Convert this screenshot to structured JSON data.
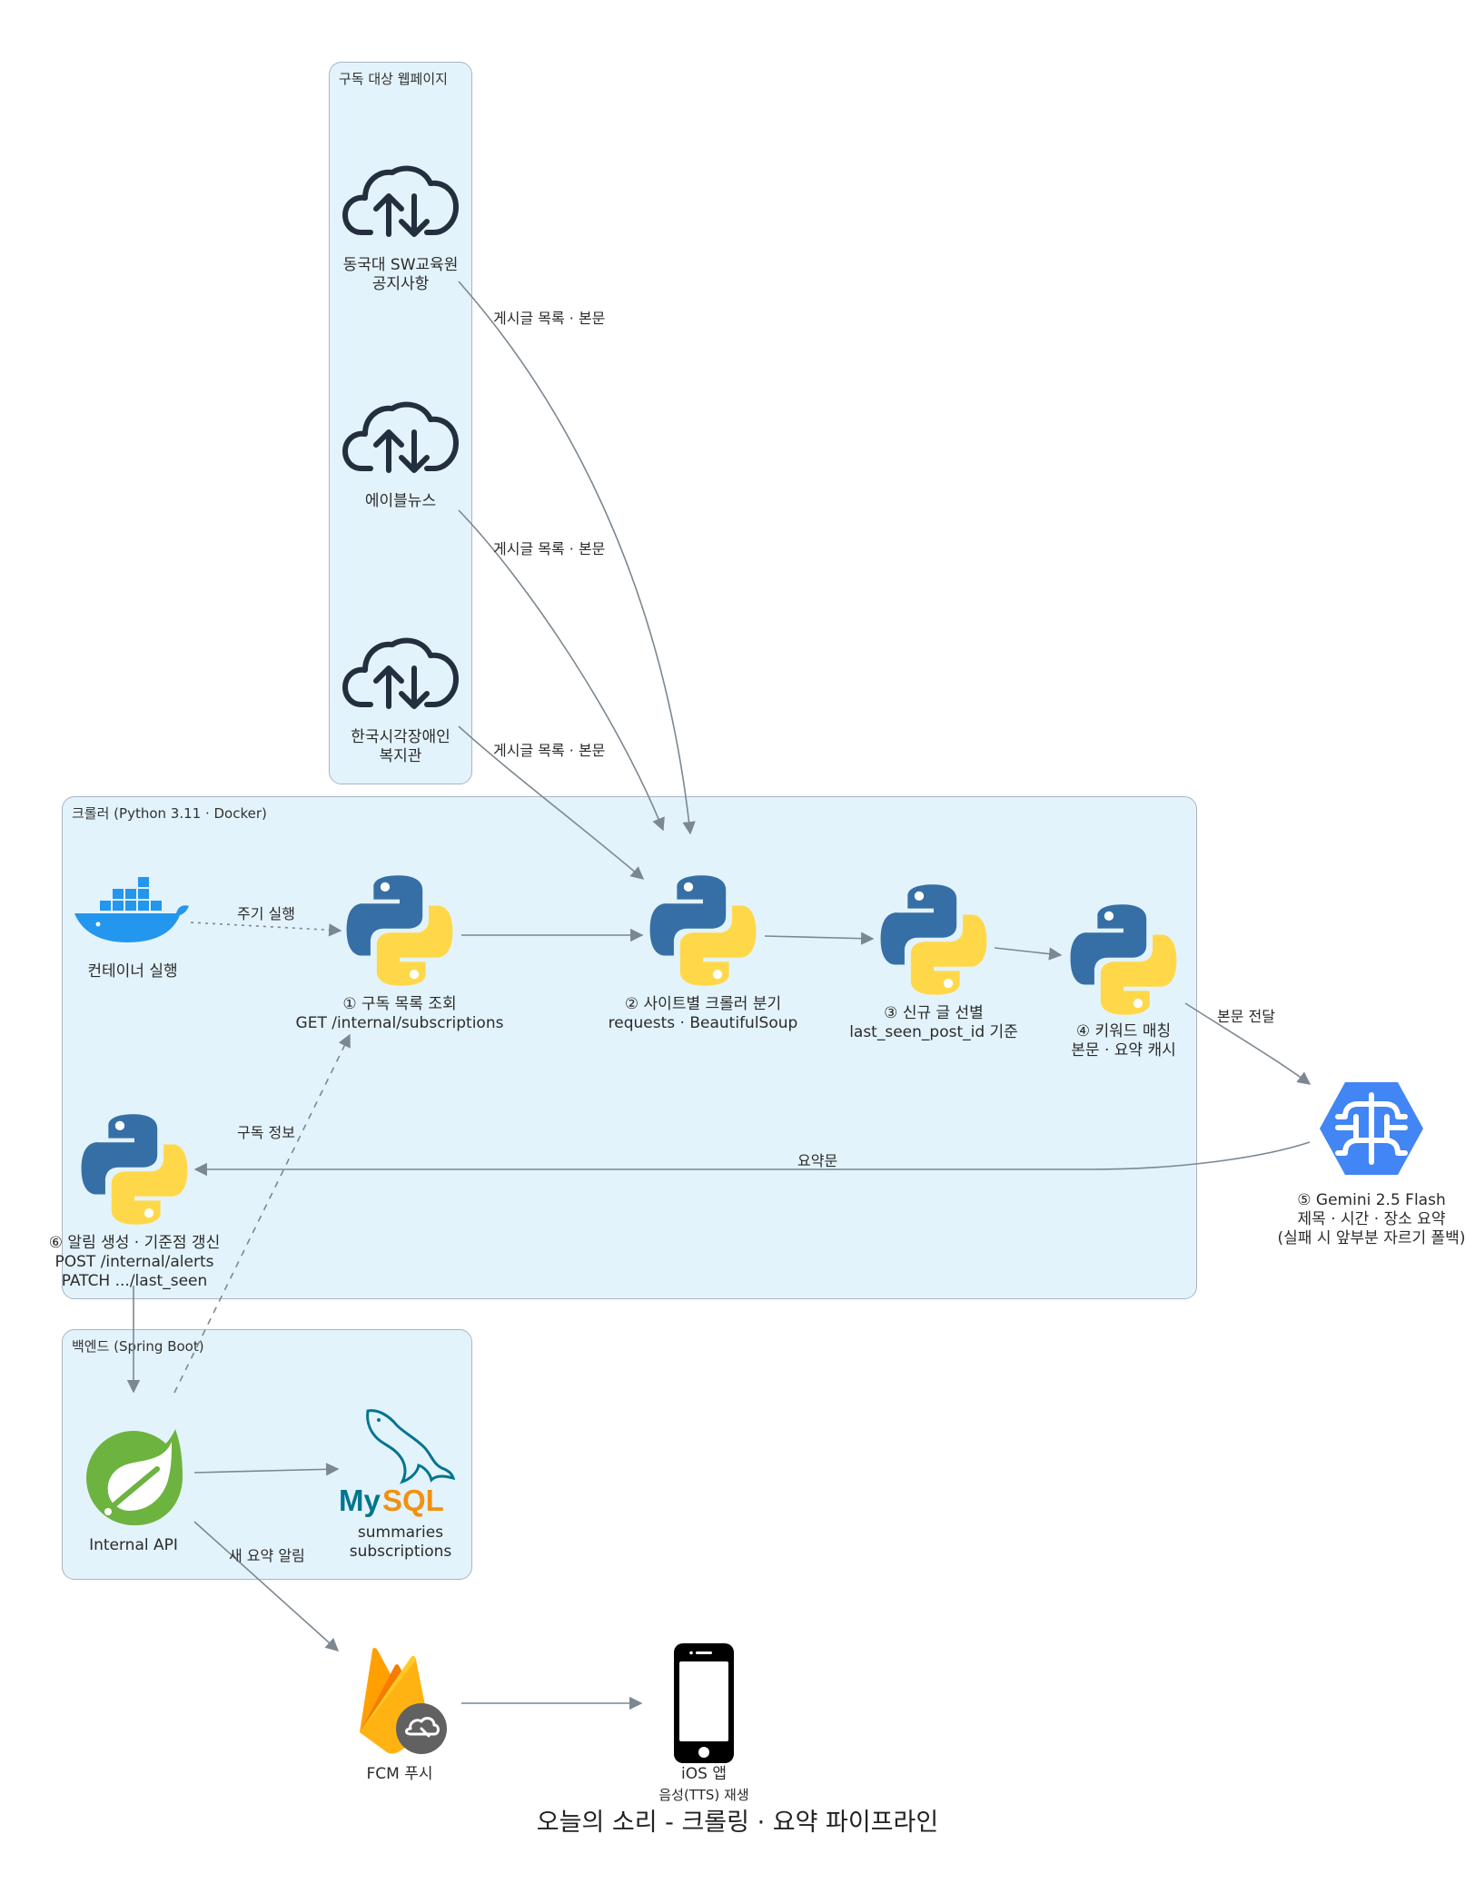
{
  "title": "오늘의 소리 - 크롤링 · 요약 파이프라인",
  "clusters": {
    "sources": "구독 대상 웹페이지",
    "crawler": "크롤러 (Python 3.11 · Docker)",
    "backend": "백엔드 (Spring Boot)"
  },
  "nodes": {
    "site1": [
      "동국대 SW교육원",
      "공지사항"
    ],
    "site2": [
      "에이블뉴스"
    ],
    "site3": [
      "한국시각장애인",
      "복지관"
    ],
    "docker": [
      "컨테이너 실행"
    ],
    "step1": [
      "① 구독 목록 조회",
      "GET /internal/subscriptions"
    ],
    "step2": [
      "② 사이트별 크롤러 분기",
      "requests · BeautifulSoup"
    ],
    "step3": [
      "③ 신규 글 선별",
      "last_seen_post_id 기준"
    ],
    "step4": [
      "④ 키워드 매칭",
      "본문 · 요약 캐시"
    ],
    "gemini": [
      "⑤ Gemini 2.5 Flash",
      "제목 · 시간 · 장소 요약",
      "(실패 시 앞부분 자르기 폴백)"
    ],
    "step6": [
      "⑥ 알림 생성 · 기준점 갱신",
      "POST /internal/alerts",
      "PATCH .../last_seen"
    ],
    "api": [
      "Internal API"
    ],
    "mysql": [
      "summaries",
      "subscriptions"
    ],
    "fcm": [
      "FCM 푸시"
    ],
    "ios": [
      "iOS 앱"
    ],
    "ios_sub": "음성(TTS) 재생"
  },
  "edge_labels": {
    "site1_to_step2": "게시글 목록 · 본문",
    "site2_to_step2": "게시글 목록 · 본문",
    "site3_to_step2": "게시글 목록 · 본문",
    "docker_to_step1": "주기 실행",
    "api_to_step1": "구독 정보",
    "step4_to_gemini": "본문 전달",
    "gemini_to_step6": "요약문",
    "api_to_fcm": "새 요약 알림"
  },
  "icons": {
    "site1": "cloud-upload-download-icon",
    "site2": "cloud-upload-download-icon",
    "site3": "cloud-upload-download-icon",
    "docker": "docker-icon",
    "step1": "python-icon",
    "step2": "python-icon",
    "step3": "python-icon",
    "step4": "python-icon",
    "step6": "python-icon",
    "gemini": "ai-brain-icon",
    "api": "spring-icon",
    "mysql": "mysql-icon",
    "fcm": "firebase-icon",
    "ios": "smartphone-icon"
  },
  "colors": {
    "cluster_fill": "#e3f3fb",
    "cluster_border": "#a9b6c2",
    "edge": "#7b8792",
    "python_blue": "#366fa6",
    "python_yellow": "#ffd84a",
    "docker_blue": "#2396ed",
    "spring_green": "#6db33f",
    "mysql_blue": "#00758f",
    "mysql_orange": "#f29111",
    "gemini_blue": "#4285f4",
    "firebase_orange": "#f5820d"
  }
}
